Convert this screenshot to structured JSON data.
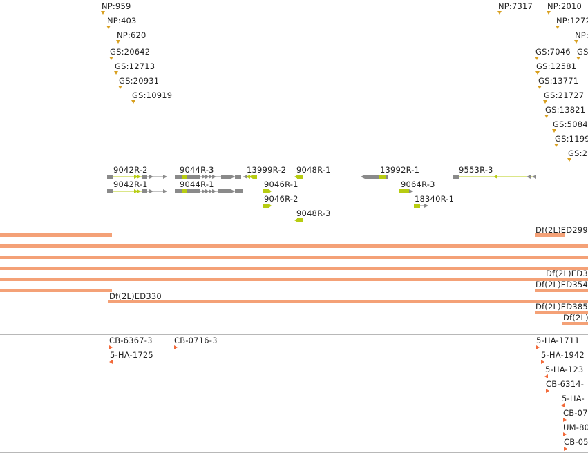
{
  "np_labels": [
    "NP:959",
    "NP:403",
    "NP:620",
    "NP:7317",
    "NP:2010",
    "NP:1272",
    "NP:"
  ],
  "gs_labels": [
    "GS:20642",
    "GS:12713",
    "GS:20931",
    "GS:10919",
    "GS:7046",
    "GS:",
    "GS:12581",
    "GS:13771",
    "GS:21727",
    "GS:13821",
    "GS:5084",
    "GS:1199",
    "GS:2"
  ],
  "transcript_labels": [
    "9042R-2",
    "9042R-1",
    "9044R-3",
    "9044R-1",
    "13999R-2",
    "9048R-1",
    "9046R-1",
    "9046R-2",
    "9048R-3",
    "13992R-1",
    "9064R-3",
    "18340R-1",
    "9553R-3"
  ],
  "deficiency_labels": [
    "Df(2L)ED299",
    "Df(2L)ED3",
    "Df(2L)ED354",
    "Df(2L)ED330",
    "Df(2L)ED385",
    "Df(2L)"
  ],
  "insertion_labels": [
    "CB-6367-3",
    "CB-0716-3",
    "5-HA-1725",
    "5-HA-1711",
    "5-HA-1942",
    "5-HA-123",
    "CB-6314-",
    "5-HA-",
    "CB-07",
    "UM-80",
    "CB-05"
  ],
  "colors": {
    "separator": "#b8b8b8",
    "np_marker": "#c48a00",
    "gs_marker": "#d8a020",
    "exon": "#b7cc12",
    "intron": "#8a8a8a",
    "deficiency_bar": "#f4a177",
    "insertion_marker": "#f26a3a"
  }
}
